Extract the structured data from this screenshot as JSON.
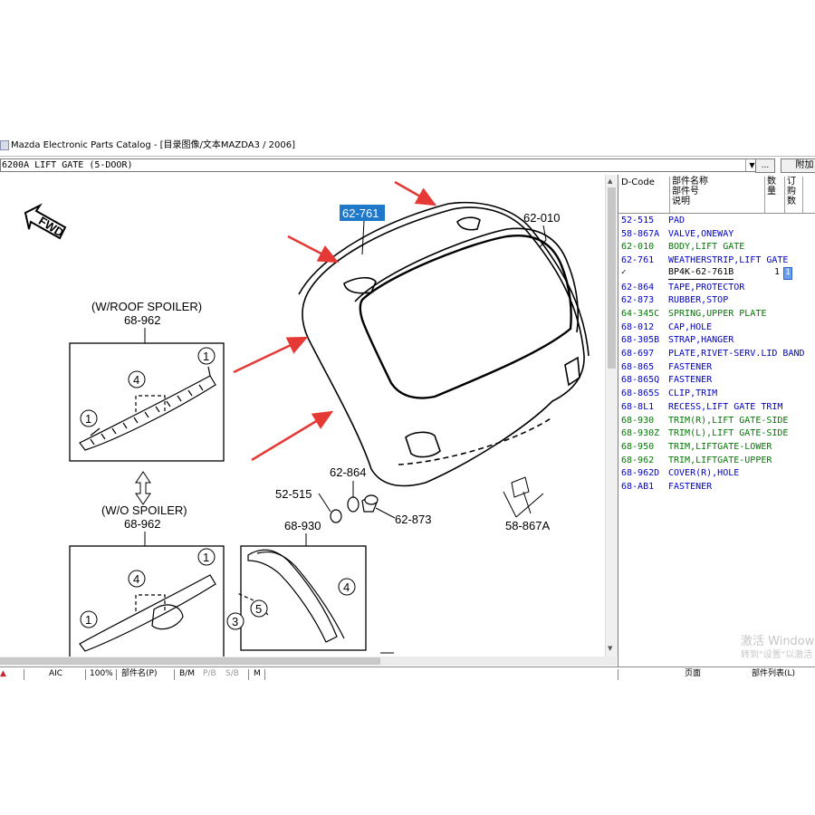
{
  "window": {
    "title": "Mazda Electronic Parts Catalog - [目录图像/文本MAZDA3 / 2006]"
  },
  "page_bar": {
    "code_text": "6200A  LIFT GATE (5-DOOR)",
    "dropdown_glyph": "▼",
    "more_button": "...",
    "right_button": "附加"
  },
  "drawing": {
    "fwd": "FWD",
    "highlight_label": "62-761",
    "labels": {
      "w_roof_spoiler": "(W/ROOF SPOILER)",
      "w_roof_part": "68-962",
      "wo_spoiler": "(W/O SPOILER)",
      "wo_part": "68-962",
      "body": "62-010",
      "tape": "62-864",
      "pad": "52-515",
      "rubber": "62-873",
      "trim": "68-930",
      "valve": "58-867A"
    },
    "callouts": {
      "c1": "1",
      "c3": "3",
      "c4": "4",
      "c5": "5"
    },
    "arrow_color": "#e53935",
    "highlight_bg": "#1f78c8"
  },
  "parts": {
    "header": {
      "dcode": "D-Code",
      "name": "部件名称\n部件号\n说明",
      "qty": "数\n量",
      "order": "订\n购\n数"
    },
    "rows": [
      {
        "code": "52-515",
        "name": "PAD",
        "color": "blue"
      },
      {
        "code": "58-867A",
        "name": "VALVE,ONEWAY",
        "color": "blue"
      },
      {
        "code": "62-010",
        "name": "BODY,LIFT GATE",
        "color": "green"
      },
      {
        "code": "62-761",
        "name": "WEATHERSTRIP,LIFT GATE",
        "color": "blue"
      },
      {
        "code": "62-864",
        "name": "TAPE,PROTECTOR",
        "color": "blue"
      },
      {
        "code": "62-873",
        "name": "RUBBER,STOP",
        "color": "blue"
      },
      {
        "code": "64-345C",
        "name": "SPRING,UPPER PLATE",
        "color": "green"
      },
      {
        "code": "68-012",
        "name": "CAP,HOLE",
        "color": "blue"
      },
      {
        "code": "68-305B",
        "name": "STRAP,HANGER",
        "color": "blue"
      },
      {
        "code": "68-697",
        "name": "PLATE,RIVET-SERV.LID BAND",
        "color": "blue"
      },
      {
        "code": "68-865",
        "name": "FASTENER",
        "color": "blue"
      },
      {
        "code": "68-865Q",
        "name": "FASTENER",
        "color": "blue"
      },
      {
        "code": "68-865S",
        "name": "CLIP,TRIM",
        "color": "blue"
      },
      {
        "code": "68-8L1",
        "name": "RECESS,LIFT GATE TRIM",
        "color": "blue"
      },
      {
        "code": "68-930",
        "name": "TRIM(R),LIFT GATE-SIDE",
        "color": "green"
      },
      {
        "code": "68-930Z",
        "name": "TRIM(L),LIFT GATE-SIDE",
        "color": "green"
      },
      {
        "code": "68-950",
        "name": "TRIM,LIFTGATE-LOWER",
        "color": "green"
      },
      {
        "code": "68-962",
        "name": "TRIM,LIFTGATE-UPPER",
        "color": "green"
      },
      {
        "code": "68-962D",
        "name": "COVER(R),HOLE",
        "color": "blue"
      },
      {
        "code": "68-AB1",
        "name": "FASTENER",
        "color": "blue"
      }
    ],
    "sub_row": {
      "tick": "✓",
      "part_number": "BP4K-62-761B",
      "qty": "1",
      "order": "1"
    }
  },
  "watermark": {
    "line1": "激活 Windows",
    "line2": "转到\"设置\"以激活"
  },
  "status": {
    "aic": "AIC",
    "zoom": "100%",
    "parts_p": "部件名(P)",
    "bm": "B/M",
    "pb": "P/B",
    "sb": "S/B",
    "m": "M",
    "page_field": "页面",
    "parts_list": "部件列表(L)"
  }
}
